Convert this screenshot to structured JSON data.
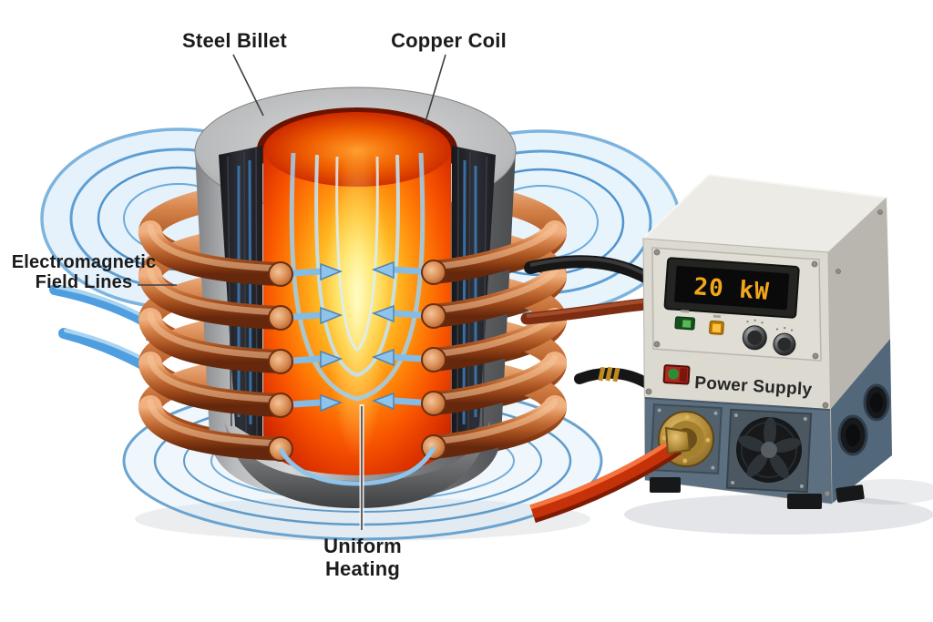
{
  "title": "Induction heating illustration",
  "annotations": {
    "steel_billet": "Steel Billet",
    "copper_coil": "Copper Coil",
    "field_lines_line1": "Electromagnetic",
    "field_lines_line2": "Field Lines",
    "uniform_heating": "Uniform Heating"
  },
  "power_supply": {
    "name_label": "Power Supply",
    "display_value": "20 kW",
    "indicator_colors": [
      "green",
      "orange"
    ],
    "knob_count": 2
  },
  "diagram": {
    "components": [
      "steel-billet (cut-away, glowing hot core)",
      "copper induction coil (5 turns, cut front showing tube ends)",
      "electromagnetic field lines (blue loops)",
      "eddy-current arrows pointing into billet center",
      "power supply unit with cables"
    ],
    "colors": {
      "glow_core": "#ffe36a",
      "glow_hot": "#ff8408",
      "glow_edge": "#a01b00",
      "copper": "#b05a26",
      "field_line_blue": "#5f9fd4",
      "steel_gray": "#9fa1a3",
      "display_amber": "#f2a71b",
      "psu_body": "#dcd9d0",
      "psu_lower": "#5d7082",
      "cable_red": "#c5320a",
      "indicator_green": "#58b755",
      "indicator_orange": "#ffb340"
    }
  }
}
